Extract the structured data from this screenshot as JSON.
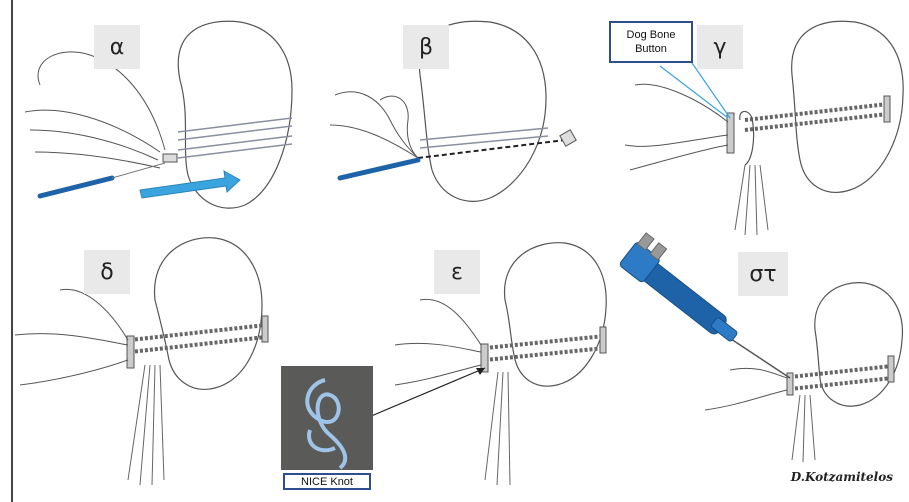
{
  "panels": [
    {
      "id": "alpha",
      "label": "α"
    },
    {
      "id": "beta",
      "label": "β"
    },
    {
      "id": "gamma",
      "label": "γ"
    },
    {
      "id": "delta",
      "label": "δ"
    },
    {
      "id": "epsilon",
      "label": "ε"
    },
    {
      "id": "stigma",
      "label": "στ"
    }
  ],
  "callout": {
    "line1": "Dog Bone",
    "line2": "Button"
  },
  "knot_photo": {
    "caption": "NICE Knot"
  },
  "author": "D.Kotzamitelos",
  "colors": {
    "outline": "#555555",
    "tunnel": "#8a8fa0",
    "tool_blue": "#1e63a8",
    "arrow_blue": "#3aa4de",
    "callout_border": "#2d4f8f",
    "label_bg": "#e9e9e9"
  }
}
